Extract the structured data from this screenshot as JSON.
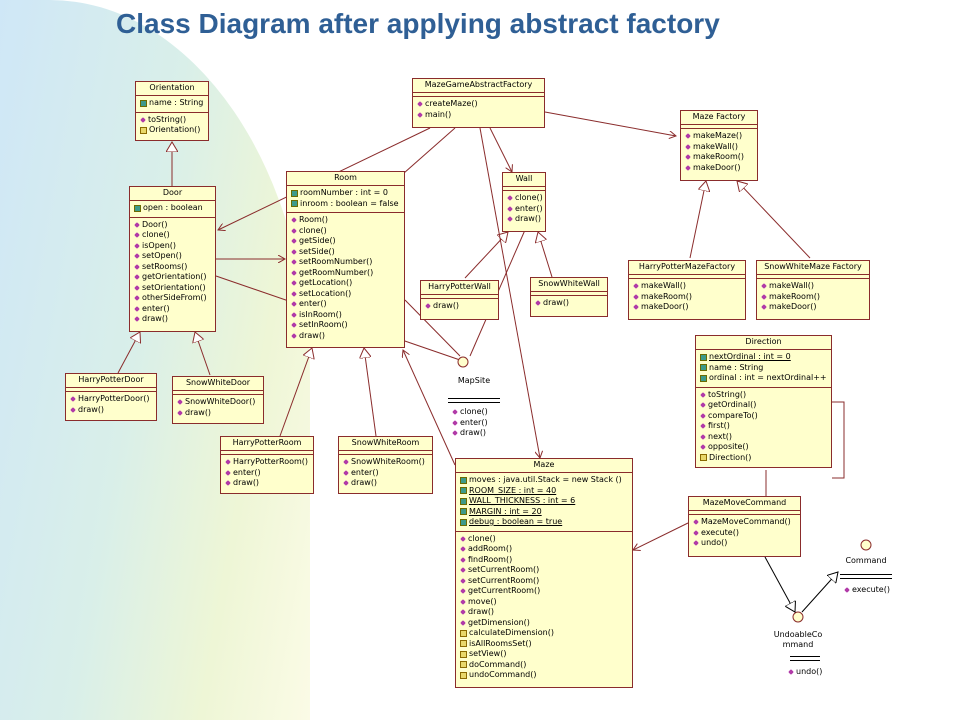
{
  "title": "Class Diagram after applying abstract factory",
  "classes": {
    "orientation": {
      "name": "Orientation",
      "attrs": [
        "name : String"
      ],
      "ops": [
        "toString()",
        "Orientation()"
      ]
    },
    "door": {
      "name": "Door",
      "attrs": [
        "open : boolean"
      ],
      "ops": [
        "Door()",
        "clone()",
        "isOpen()",
        "setOpen()",
        "setRooms()",
        "getOrientation()",
        "setOrientation()",
        "otherSideFrom()",
        "enter()",
        "draw()"
      ]
    },
    "harry_potter_door": {
      "name": "HarryPotterDoor",
      "ops": [
        "HarryPotterDoor()",
        "draw()"
      ]
    },
    "snow_white_door": {
      "name": "SnowWhiteDoor",
      "ops": [
        "SnowWhiteDoor()",
        "draw()"
      ]
    },
    "room": {
      "name": "Room",
      "attrs": [
        "roomNumber : int = 0",
        "inroom : boolean = false"
      ],
      "ops": [
        "Room()",
        "clone()",
        "getSide()",
        "setSide()",
        "setRoomNumber()",
        "getRoomNumber()",
        "getLocation()",
        "setLocation()",
        "enter()",
        "isInRoom()",
        "setInRoom()",
        "draw()"
      ]
    },
    "harry_potter_room": {
      "name": "HarryPotterRoom",
      "ops": [
        "HarryPotterRoom()",
        "enter()",
        "draw()"
      ]
    },
    "snow_white_room": {
      "name": "SnowWhiteRoom",
      "ops": [
        "SnowWhiteRoom()",
        "enter()",
        "draw()"
      ]
    },
    "maze_game_abstract_factory": {
      "name": "MazeGameAbstractFactory",
      "ops": [
        "createMaze()",
        "main()"
      ]
    },
    "wall": {
      "name": "Wall",
      "ops": [
        "clone()",
        "enter()",
        "draw()"
      ]
    },
    "harry_potter_wall": {
      "name": "HarryPotterWall",
      "ops": [
        "draw()"
      ]
    },
    "snow_white_wall": {
      "name": "SnowWhiteWall",
      "ops": [
        "draw()"
      ]
    },
    "maze_factory": {
      "name": "Maze Factory",
      "ops": [
        "makeMaze()",
        "makeWall()",
        "makeRoom()",
        "makeDoor()"
      ]
    },
    "harry_potter_maze_factory": {
      "name": "HarryPotterMazeFactory",
      "ops": [
        "makeWall()",
        "makeRoom()",
        "makeDoor()"
      ]
    },
    "snow_white_maze_factory": {
      "name": "SnowWhiteMaze Factory",
      "ops": [
        "makeWall()",
        "makeRoom()",
        "makeDoor()"
      ]
    },
    "direction": {
      "name": "Direction",
      "attrs": [
        "nextOrdinal : int = 0",
        "name : String",
        "ordinal : int = nextOrdinal++"
      ],
      "ops": [
        "toString()",
        "getOrdinal()",
        "compareTo()",
        "first()",
        "next()",
        "opposite()",
        "Direction()"
      ]
    },
    "maze_move_command": {
      "name": "MazeMoveCommand",
      "ops": [
        "MazeMoveCommand()",
        "execute()",
        "undo()"
      ]
    },
    "maze": {
      "name": "Maze",
      "attrs": [
        "moves : java.util.Stack = new Stack ()",
        "ROOM_SIZE : int = 40",
        "WALL_THICKNESS : int = 6",
        "MARGIN : int = 20",
        "debug : boolean = true"
      ],
      "ops": [
        "clone()",
        "addRoom()",
        "findRoom()",
        "setCurrentRoom()",
        "setCurrentRoom()",
        "getCurrentRoom()",
        "move()",
        "draw()",
        "getDimension()",
        "calculateDimension()",
        "isAllRoomsSet()",
        "setView()",
        "doCommand()",
        "undoCommand()"
      ]
    }
  },
  "interfaces": {
    "map_site": {
      "name": "MapSite",
      "ops": [
        "clone()",
        "enter()",
        "draw()"
      ]
    },
    "command": {
      "name": "Command",
      "ops": [
        "execute()"
      ]
    },
    "undoable_command": {
      "name_line1": "UndoableCo",
      "name_line2": "mmand",
      "ops": [
        "undo()"
      ]
    }
  },
  "colors": {
    "title": "#2f5f95",
    "class_fill": "#ffffcc",
    "class_border": "#8a2c2c"
  }
}
